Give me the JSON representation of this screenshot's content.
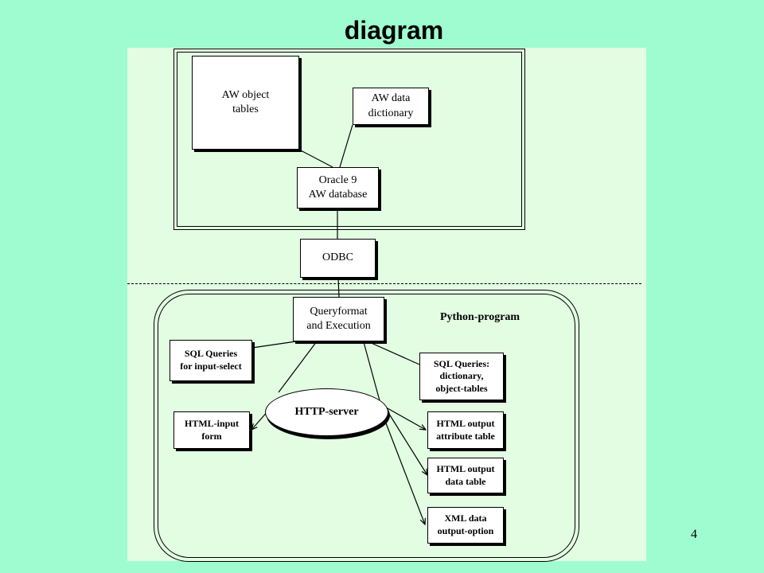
{
  "slide": {
    "title": "diagram",
    "page_number": "4"
  },
  "database_section": {
    "aw_object_tables": "AW object\ntables",
    "aw_data_dictionary": "AW data\ndictionary",
    "oracle_database": "Oracle 9\nAW database"
  },
  "odbc": "ODBC",
  "python_section": {
    "label": "Python-program",
    "queryformat": "Queryformat\nand Execution",
    "sql_input_select": "SQL Queries\nfor input-select",
    "sql_dictionary": "SQL Queries:\ndictionary,\nobject-tables",
    "http_server": "HTTP-server",
    "html_input_form": "HTML-input\nform",
    "html_attribute_table": "HTML output\nattribute table",
    "html_data_table": "HTML output\ndata table",
    "xml_output": "XML data\noutput-option"
  },
  "colors": {
    "background": "#9ffcd0",
    "panel": "#e2fde2",
    "node": "#ffffff",
    "stroke": "#000000"
  }
}
